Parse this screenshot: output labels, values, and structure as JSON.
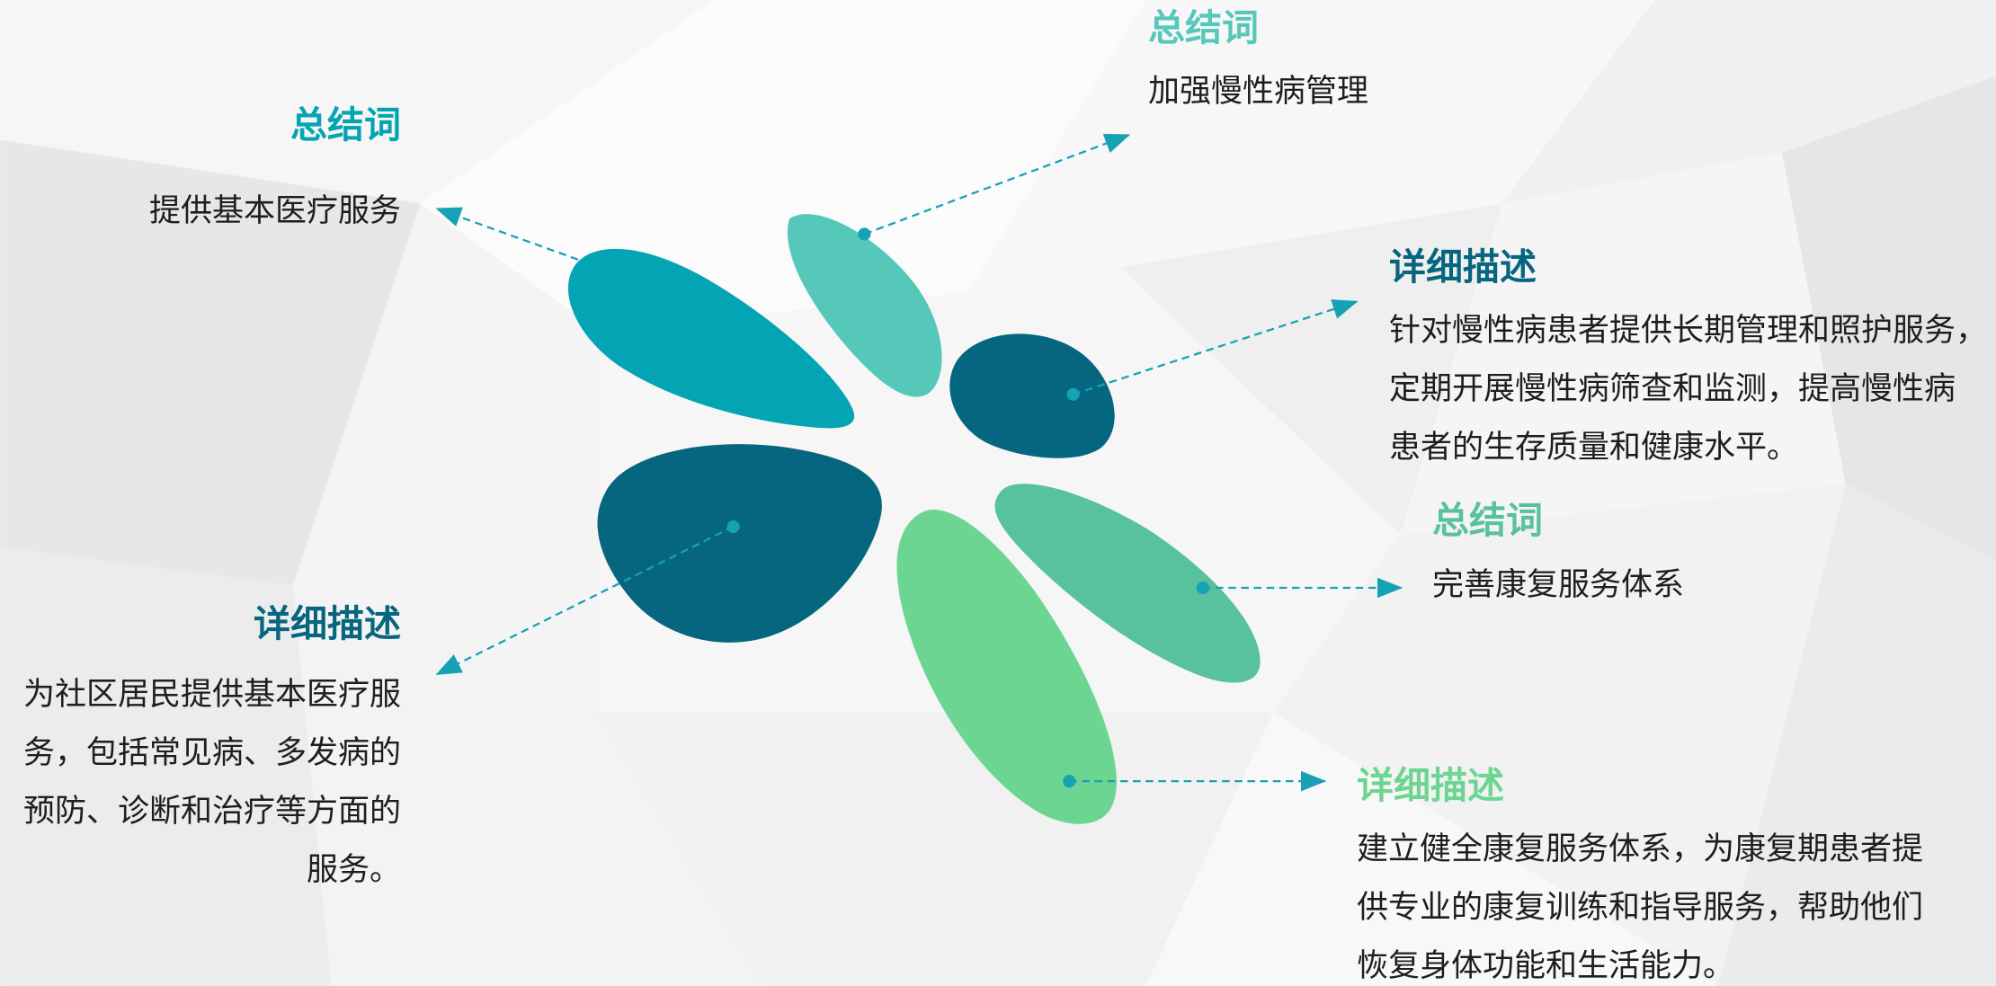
{
  "callouts": {
    "basic_care_summary": {
      "heading": "总结词",
      "text": "提供基本医疗服务"
    },
    "basic_care_detail": {
      "heading": "详细描述",
      "lines": [
        "为社区居民提供基本医疗服",
        "务，包括常见病、多发病的",
        "预防、诊断和治疗等方面的",
        "服务。"
      ]
    },
    "chronic_summary": {
      "heading": "总结词",
      "text": "加强慢性病管理"
    },
    "chronic_detail": {
      "heading": "详细描述",
      "lines": [
        "针对慢性病患者提供长期管理和照护服务，",
        "定期开展慢性病筛查和监测，提高慢性病",
        "患者的生存质量和健康水平。"
      ]
    },
    "rehab_summary": {
      "heading": "总结词",
      "text": "完善康复服务体系"
    },
    "rehab_detail": {
      "heading": "详细描述",
      "lines": [
        "建立健全康复服务体系，为康复期患者提",
        "供专业的康复训练和指导服务，帮助他们",
        "恢复身体功能和生活能力。"
      ]
    }
  },
  "colors": {
    "petal_teal": "#03a4b3",
    "petal_mint": "#55c8b9",
    "petal_dark_teal": "#07667f",
    "petal_sea_green": "#58c19d",
    "petal_light_green": "#6dd592",
    "connector": "#16a1b5",
    "body_text": "#1e1e1e"
  }
}
